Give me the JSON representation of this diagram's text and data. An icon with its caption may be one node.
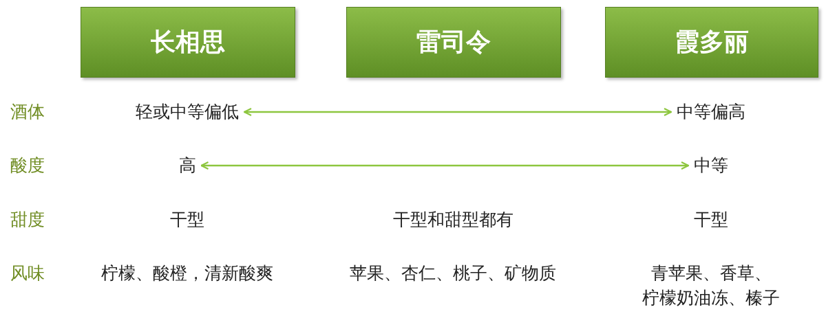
{
  "diagram": {
    "nodes": [
      {
        "text": [
          "长相思"
        ]
      },
      {
        "text": [
          "雷司令"
        ]
      },
      {
        "text": [
          "霞多丽"
        ]
      },
      {
        "text": [
          "轻或中等偏低"
        ]
      },
      {
        "text": [
          "中等偏高"
        ]
      },
      {
        "text": [
          "高"
        ]
      },
      {
        "text": [
          "中等"
        ]
      }
    ],
    "edges": [
      {
        "from": 3,
        "to": 4,
        "arrow": "both"
      },
      {
        "from": 5,
        "to": 6,
        "arrow": "both"
      }
    ],
    "labels": [
      "酒体",
      "酸度",
      "甜度",
      "干型",
      "干型和甜型都有",
      "干型",
      "风味",
      "柠檬、酸橙，清新酸爽",
      "苹果、杏仁、桃子、矿物质",
      "青苹果、香草、柠檬奶油冻、榛子"
    ]
  }
}
